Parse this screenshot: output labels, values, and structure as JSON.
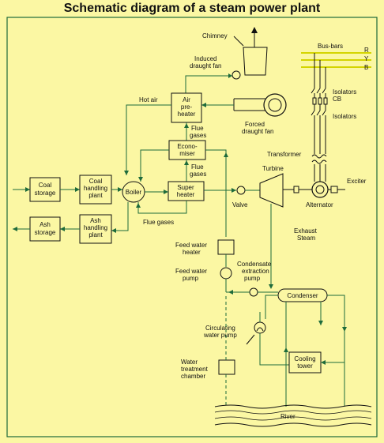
{
  "title": "Schematic diagram of a steam power plant",
  "labels": {
    "chimney": "Chimney",
    "induced_fan": [
      "Induced",
      "draught fan"
    ],
    "hot_air": "Hot air",
    "air_preheater": [
      "Air",
      "pre-",
      "heater"
    ],
    "forced_fan": [
      "Forced",
      "draught fan"
    ],
    "flue_gases_1": [
      "Flue",
      "gases"
    ],
    "economiser": [
      "Econo-",
      "miser"
    ],
    "flue_gases_2": [
      "Flue",
      "gases"
    ],
    "coal_storage": [
      "Coal",
      "storage"
    ],
    "coal_handling": [
      "Coal",
      "handling",
      "plant"
    ],
    "boiler": "Boiler",
    "super_heater": [
      "Super",
      "heater"
    ],
    "valve": "Valve",
    "turbine": "Turbine",
    "alternator": "Alternator",
    "exciter": "Exciter",
    "flue_gases_3": "Flue gases",
    "ash_storage": [
      "Ash",
      "storage"
    ],
    "ash_handling": [
      "Ash",
      "handling",
      "plant"
    ],
    "exhaust_steam": [
      "Exhaust",
      "Steam"
    ],
    "feed_water_heater": [
      "Feed water",
      "heater"
    ],
    "feed_water_pump": [
      "Feed water",
      "pump"
    ],
    "condensate_pump": [
      "Condensate",
      "extraction",
      "pump"
    ],
    "condenser": "Condenser",
    "circulating_pump": [
      "Circulating",
      "water pump"
    ],
    "cooling_tower": [
      "Cooling",
      "tower"
    ],
    "water_treatment": [
      "Water",
      "treatment",
      "chamber"
    ],
    "river": "River",
    "bus_bars": "Bus-bars",
    "phase_r": "R",
    "phase_y": "Y",
    "phase_b": "B",
    "isolators_cb": [
      "Isolators",
      "CB"
    ],
    "isolators": "Isolators",
    "transformer": "Transformer"
  },
  "colors": {
    "background": "#fbf7a3",
    "pipe": "#1e6b3b",
    "bus_bar": "#d4d400"
  }
}
